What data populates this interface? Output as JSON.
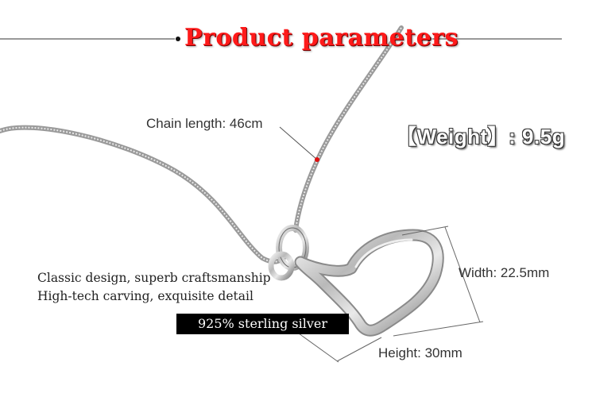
{
  "title": "Product parameters",
  "chain_length": "Chain length: 46cm",
  "weight": "【Weight】: 9.5g",
  "description": {
    "line1": "Classic design, superb craftsmanship",
    "line2": "High-tech carving, exquisite detail"
  },
  "material_badge": "925% sterling silver",
  "width": "Width:  22.5mm",
  "height": "Height:  30mm",
  "colors": {
    "title": "#ff1a1a",
    "badge_bg": "#000000",
    "marker": "#e01010"
  }
}
